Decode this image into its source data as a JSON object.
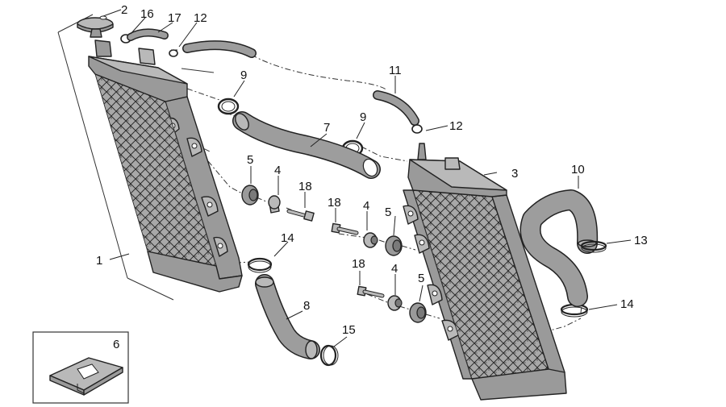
{
  "callouts": {
    "c1": "1",
    "c2": "2",
    "c3": "3",
    "c4a": "4",
    "c4b": "4",
    "c4c": "4",
    "c5a": "5",
    "c5b": "5",
    "c5c": "5",
    "c6": "6",
    "c7": "7",
    "c8": "8",
    "c9a": "9",
    "c9b": "9",
    "c10": "10",
    "c11": "11",
    "c12a": "12",
    "c12b": "12",
    "c13": "13",
    "c14a": "14",
    "c14b": "14",
    "c15": "15",
    "c16": "16",
    "c17": "17",
    "c18a": "18",
    "c18b": "18",
    "c18c": "18"
  },
  "colors": {
    "part": "#9a9a9a",
    "line": "#222222",
    "background": "#ffffff"
  }
}
